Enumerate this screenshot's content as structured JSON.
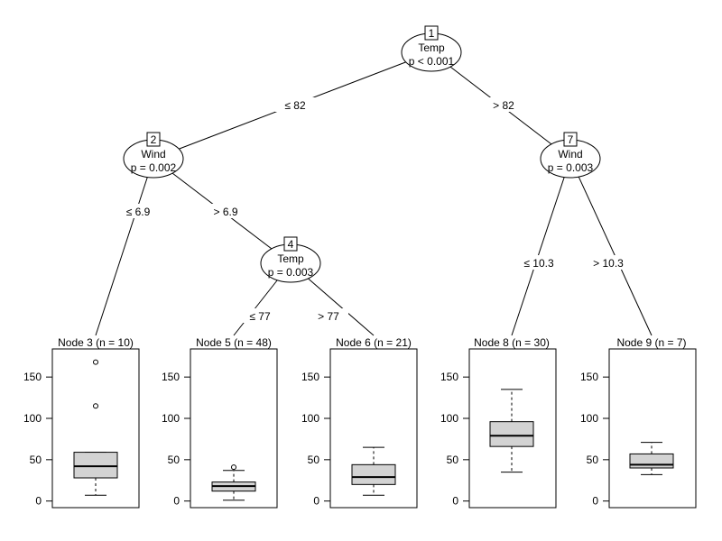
{
  "chart_data": {
    "type": "decision-tree-boxplot",
    "title": "",
    "inner_nodes": [
      {
        "id": 1,
        "label": "1",
        "variable": "Temp",
        "pvalue": "p < 0.001"
      },
      {
        "id": 2,
        "label": "2",
        "variable": "Wind",
        "pvalue": "p = 0.002"
      },
      {
        "id": 4,
        "label": "4",
        "variable": "Temp",
        "pvalue": "p = 0.003"
      },
      {
        "id": 7,
        "label": "7",
        "variable": "Wind",
        "pvalue": "p = 0.003"
      }
    ],
    "edges": [
      {
        "from": 1,
        "to": 2,
        "label": "≤ 82"
      },
      {
        "from": 1,
        "to": 7,
        "label": "> 82"
      },
      {
        "from": 2,
        "to": 3,
        "label": "≤ 6.9"
      },
      {
        "from": 2,
        "to": 4,
        "label": "> 6.9"
      },
      {
        "from": 4,
        "to": 5,
        "label": "≤ 77"
      },
      {
        "from": 4,
        "to": 6,
        "label": "> 77"
      },
      {
        "from": 7,
        "to": 8,
        "label": "≤ 10.3"
      },
      {
        "from": 7,
        "to": 9,
        "label": "> 10.3"
      }
    ],
    "terminal_nodes": [
      {
        "id": 3,
        "title": "Node 3 (n = 10)",
        "n": 10,
        "whisker_low": 7,
        "q1": 28,
        "median": 42,
        "q3": 59,
        "whisker_high": 59,
        "outliers": [
          115,
          168
        ]
      },
      {
        "id": 5,
        "title": "Node 5 (n = 48)",
        "n": 48,
        "whisker_low": 1,
        "q1": 12,
        "median": 18,
        "q3": 23,
        "whisker_high": 37,
        "outliers": [
          41
        ]
      },
      {
        "id": 6,
        "title": "Node 6 (n = 21)",
        "n": 21,
        "whisker_low": 7,
        "q1": 20,
        "median": 29,
        "q3": 44,
        "whisker_high": 65,
        "outliers": []
      },
      {
        "id": 8,
        "title": "Node 8 (n = 30)",
        "n": 30,
        "whisker_low": 35,
        "q1": 66,
        "median": 79,
        "q3": 96,
        "whisker_high": 135,
        "outliers": []
      },
      {
        "id": 9,
        "title": "Node 9 (n = 7)",
        "n": 7,
        "whisker_low": 32,
        "q1": 40,
        "median": 44,
        "q3": 57,
        "whisker_high": 71,
        "outliers": []
      }
    ],
    "y_axis": {
      "ticks": [
        0,
        50,
        100,
        150
      ],
      "tick_labels": [
        "0",
        "50",
        "100",
        "150"
      ],
      "ylim": [
        -8,
        184
      ]
    },
    "grid": false
  }
}
